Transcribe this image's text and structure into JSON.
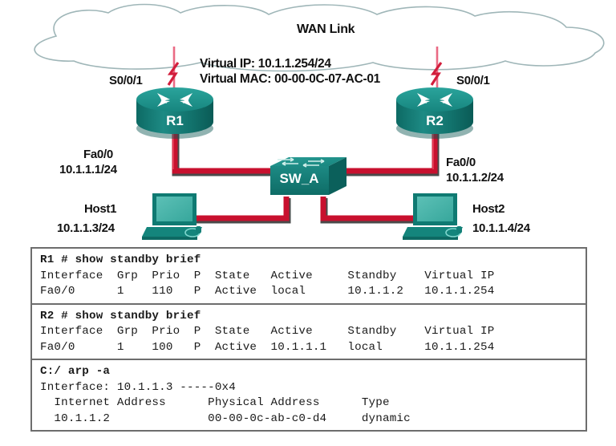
{
  "diagram": {
    "cloud_label": "WAN Link",
    "virtual_ip_line": "Virtual IP: 10.1.1.254/24",
    "virtual_mac_line": "Virtual MAC: 00-00-0C-07-AC-01",
    "router_left": {
      "name": "R1",
      "serial_interface": "S0/0/1",
      "lan_interface": "Fa0/0",
      "lan_address": "10.1.1.1/24"
    },
    "router_right": {
      "name": "R2",
      "serial_interface": "S0/0/1",
      "lan_interface": "Fa0/0",
      "lan_address": "10.1.1.2/24"
    },
    "switch": {
      "name": "SW_A"
    },
    "host_left": {
      "name": "Host1",
      "address": "10.1.1.3/24"
    },
    "host_right": {
      "name": "Host2",
      "address": "10.1.1.4/24"
    },
    "colors": {
      "device_teal": "#1d8a84",
      "device_teal_dark": "#0f6b66",
      "ethernet_red": "#c8102e",
      "serial_pink": "#e8637f",
      "cloud_outline": "#9fb6b8"
    }
  },
  "consoles": [
    {
      "id": "r1-standby-brief",
      "prompt": "R1 # show standby brief",
      "header": "Interface  Grp  Prio  P  State   Active     Standby    Virtual IP",
      "row": "Fa0/0      1    110   P  Active  local      10.1.1.2   10.1.1.254",
      "columns": [
        "Interface",
        "Grp",
        "Prio",
        "P",
        "State",
        "Active",
        "Standby",
        "Virtual IP"
      ],
      "values": [
        "Fa0/0",
        "1",
        "110",
        "P",
        "Active",
        "local",
        "10.1.1.2",
        "10.1.1.254"
      ]
    },
    {
      "id": "r2-standby-brief",
      "prompt": "R2 # show standby brief",
      "header": "Interface  Grp  Prio  P  State   Active     Standby    Virtual IP",
      "row": "Fa0/0      1    100   P  Active  10.1.1.1   local      10.1.1.254",
      "columns": [
        "Interface",
        "Grp",
        "Prio",
        "P",
        "State",
        "Active",
        "Standby",
        "Virtual IP"
      ],
      "values": [
        "Fa0/0",
        "1",
        "100",
        "P",
        "Active",
        "10.1.1.1",
        "local",
        "10.1.1.254"
      ]
    },
    {
      "id": "host-arp-a",
      "prompt": "C:/ arp -a",
      "interface_line": "Interface: 10.1.1.3 -----0x4",
      "header": "  Internet Address      Physical Address      Type",
      "row": "  10.1.1.2              00-00-0c-ab-c0-d4     dynamic",
      "columns": [
        "Internet Address",
        "Physical Address",
        "Type"
      ],
      "values": [
        "10.1.1.2",
        "00-00-0c-ab-c0-d4",
        "dynamic"
      ]
    }
  ]
}
